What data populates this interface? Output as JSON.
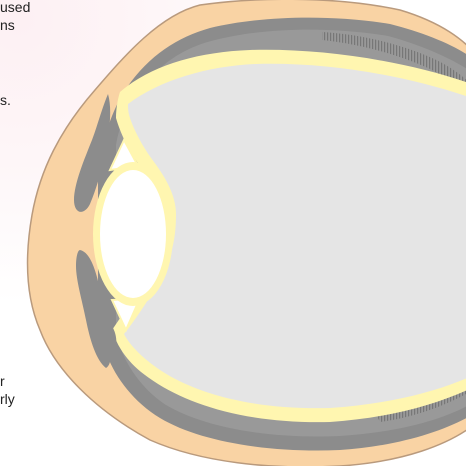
{
  "text_fragments": [
    "used",
    "ns",
    "s.",
    "r",
    "rly"
  ],
  "colors": {
    "skin_fill": "#f9d3a4",
    "skin_stroke": "#b99a7d",
    "sclera": "#8c8c8c",
    "choroid": "#999999",
    "retina": "#fff6b0",
    "vitreous": "#e5e5e5",
    "lens": "#ffffff"
  }
}
